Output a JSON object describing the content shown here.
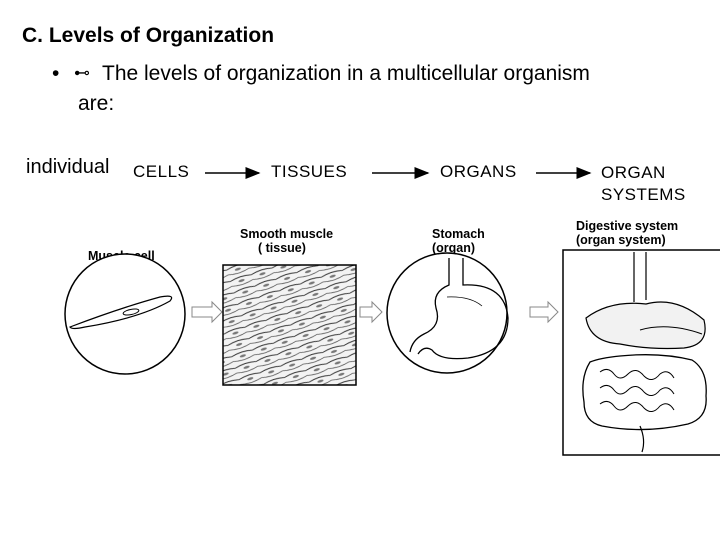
{
  "slide": {
    "title": "C.  Levels of Organization",
    "bullet_prefix": "•",
    "bullet_line1": "The levels of organization in a multicellular organism",
    "bullet_line2": "are:",
    "individual_label": "individual"
  },
  "flow": {
    "cells": "CELLS",
    "tissues": "TISSUES",
    "organs": "ORGANS",
    "systems_line1": "ORGAN",
    "systems_line2": "SYSTEMS"
  },
  "captions": {
    "cell": "Muscle cell",
    "tissue_line1": "Smooth muscle",
    "tissue_line2": "( tissue)",
    "organ_line1": "Stomach",
    "organ_line2": "(organ)",
    "system_line1": "Digestive system",
    "system_line2": "(organ system)"
  },
  "icons": {
    "bullet_symbol": "key-icon",
    "flow_arrows": "arrow-right-icon",
    "stage_arrows": "hollow-arrow-icon"
  }
}
